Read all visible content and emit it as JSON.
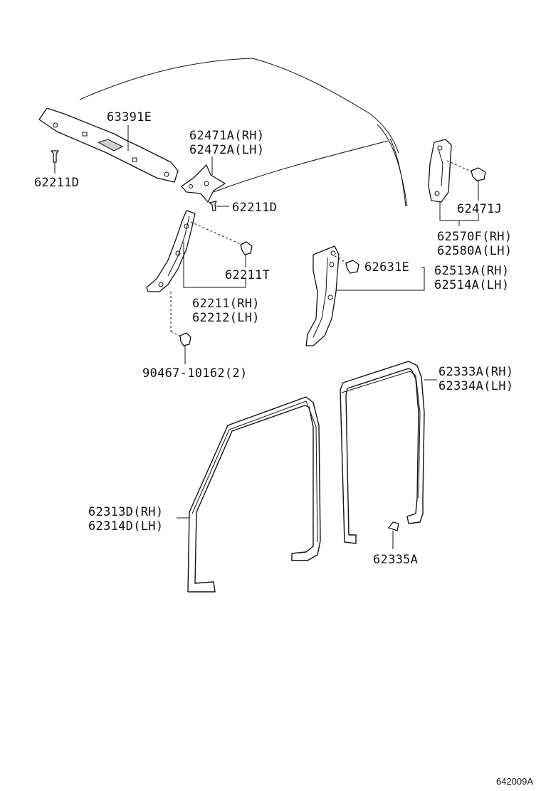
{
  "labels": {
    "p63391E": "63391E",
    "p62211D_left": "62211D",
    "p62471A": "62471A(RH)",
    "p62472A": "62472A(LH)",
    "p62211D_mid": "62211D",
    "p62211T": "62211T",
    "p62211": "62211(RH)",
    "p62212": "62212(LH)",
    "p90467": "90467-10162(2)",
    "p62471J": "62471J",
    "p62570F": "62570F(RH)",
    "p62580A": "62580A(LH)",
    "p62631E": "62631E",
    "p62513A": "62513A(RH)",
    "p62514A": "62514A(LH)",
    "p62333A": "62333A(RH)",
    "p62334A": "62334A(LH)",
    "p62313D": "62313D(RH)",
    "p62314D": "62314D(LH)",
    "p62335A": "62335A"
  },
  "diagram_code": "642009A"
}
